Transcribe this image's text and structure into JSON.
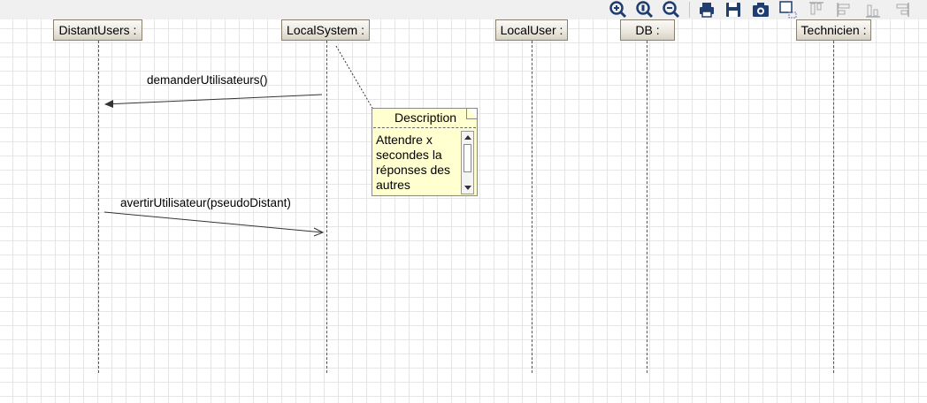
{
  "toolbar": {
    "buttons": [
      {
        "icon": "zoom-in-icon"
      },
      {
        "icon": "zoom-fit-icon"
      },
      {
        "icon": "zoom-out-icon"
      },
      {
        "icon": "print-icon"
      },
      {
        "icon": "save-icon"
      },
      {
        "icon": "camera-icon"
      },
      {
        "icon": "select-region-icon"
      },
      {
        "icon": "align-top-icon"
      },
      {
        "icon": "align-left-icon"
      },
      {
        "icon": "align-bottom-icon"
      },
      {
        "icon": "align-right-icon"
      }
    ]
  },
  "diagram": {
    "lifelines": [
      {
        "name": "DistantUsers :"
      },
      {
        "name": "LocalSystem :"
      },
      {
        "name": "LocalUser :"
      },
      {
        "name": "DB :"
      },
      {
        "name": "Technicien :"
      }
    ],
    "messages": [
      {
        "label": "demanderUtilisateurs()",
        "from": "LocalSystem :",
        "to": "DistantUsers :",
        "arrow": "filled"
      },
      {
        "label": "avertirUtilisateur(pseudoDistant)",
        "from": "DistantUsers :",
        "to": "LocalSystem :",
        "arrow": "open"
      }
    ],
    "note": {
      "title": "Description",
      "text": "Attendre x secondes la réponses des autres",
      "attached_to": "LocalSystem :"
    }
  },
  "colors": {
    "note_fill": "#ffffd0",
    "lifeline_head": "#ece8e0",
    "grid": "#e6e6e6"
  }
}
